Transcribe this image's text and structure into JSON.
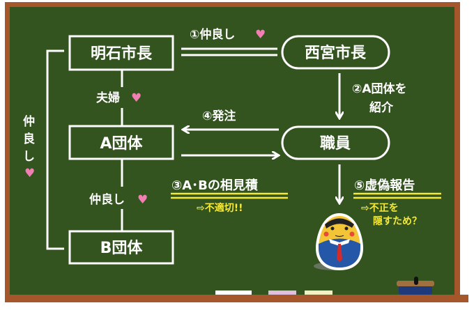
{
  "boxes": {
    "akashi_mayor": "明石市長",
    "nishinomiya_mayor": "西宮市長",
    "group_a": "A団体",
    "staff": "職員",
    "group_b": "B団体"
  },
  "labels": {
    "friendly_1": "①仲良し",
    "introduce_line1": "②A団体を",
    "introduce_line2": "紹介",
    "order": "④発注",
    "couple": "夫婦",
    "friendly_ab": "仲良し",
    "friendly_left": [
      "仲",
      "良",
      "し"
    ],
    "estimate": "③A･Bの相見積",
    "estimate_note": "⇨不適切!!",
    "false_report": "⑤虚偽報告",
    "false_report_note_line1": "⇨不正を",
    "false_report_note_line2": "隠すため？",
    "heart": "♥"
  },
  "colors": {
    "board": "#33531f",
    "frame": "#a5562b",
    "chalk_white": "#ffffff",
    "chalk_yellow": "#f5e93a",
    "heart_pink": "#f07fb2"
  }
}
